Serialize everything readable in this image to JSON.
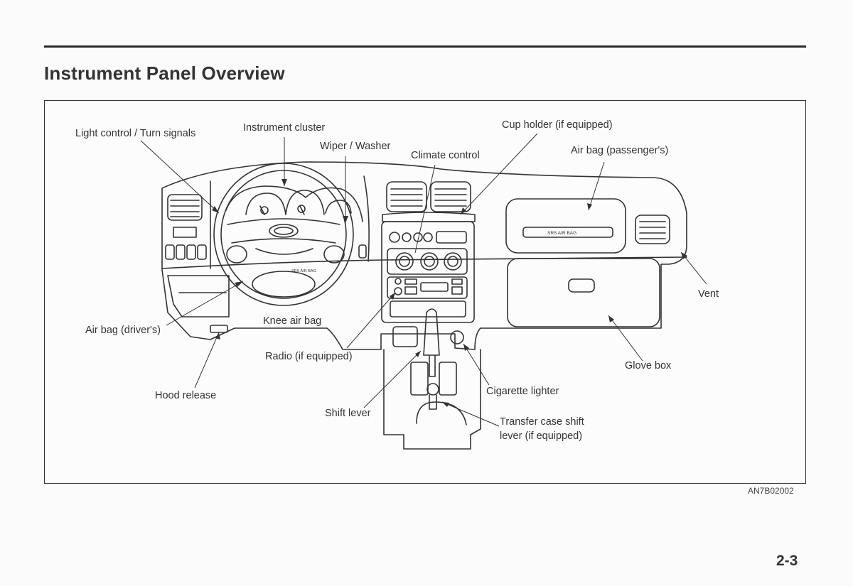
{
  "page": {
    "title": "Instrument Panel Overview",
    "figure_code": "AN7B02002",
    "page_number": "2-3"
  },
  "callouts": {
    "light_control": "Light control / Turn signals",
    "instrument_cluster": "Instrument cluster",
    "wiper_washer": "Wiper / Washer",
    "climate_control": "Climate control",
    "cup_holder": "Cup holder (if equipped)",
    "airbag_passenger": "Air bag (passenger's)",
    "vent": "Vent",
    "airbag_driver": "Air bag (driver's)",
    "knee_airbag": "Knee air bag",
    "radio": "Radio (if equipped)",
    "glove_box": "Glove box",
    "hood_release": "Hood release",
    "cigarette_lighter": "Cigarette lighter",
    "shift_lever": "Shift lever",
    "transfer_case_line1": "Transfer case shift",
    "transfer_case_line2": "lever (if equipped)"
  },
  "panel_text": {
    "srs_airbag_passenger": "SRS AIR BAG",
    "srs_airbag_driver": "SRS AIR BAG"
  }
}
